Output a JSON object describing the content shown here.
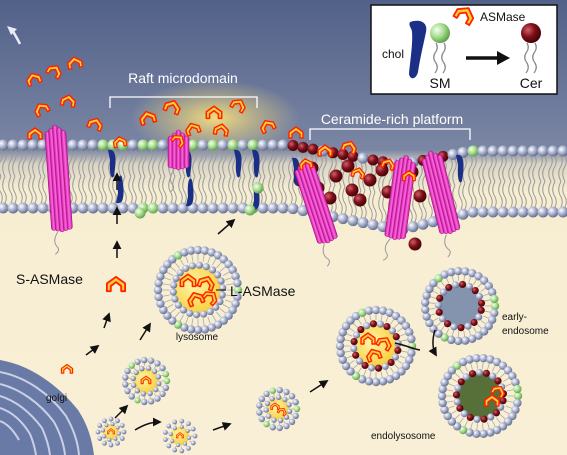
{
  "labels": {
    "raft": "Raft microdomain",
    "platform": "Ceramide-rich platform",
    "s_asmase": "S-ASMase",
    "l_asmase": "L-ASMase",
    "lysosome": "lysosome",
    "golgi": "golgi",
    "early_endosome_1": "early-",
    "early_endosome_2": "endosome",
    "endolysosome": "endolysosome"
  },
  "legend": {
    "enzyme": "ASMase",
    "chol": "chol",
    "sm": "SM",
    "cer": "Cer"
  },
  "colors": {
    "extracellular": "#5d6f96",
    "cytoplasm": "#f7eed2",
    "lipid_head": "#a7b0cc",
    "sm_head": "#a9dd93",
    "ceramide": "#7a0d14",
    "cholesterol": "#1b2f86",
    "protein": "#ff33cc",
    "enzyme_red": "#ff2a00",
    "enzyme_yellow": "#ffd24d",
    "lumen": "#ffd84a"
  }
}
